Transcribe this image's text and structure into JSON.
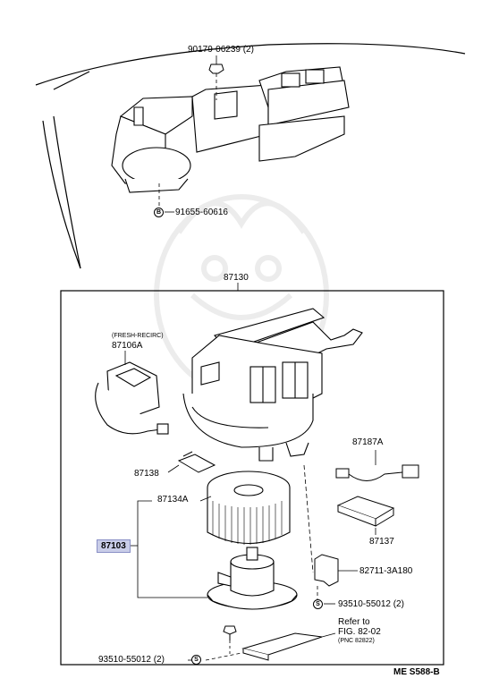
{
  "parts": {
    "p1": "90179-06239 (2)",
    "p2": "91655-60616",
    "p3": "87130",
    "p4_note": "(FRESH-RECIRC)",
    "p4": "87106A",
    "p5": "87187A",
    "p6": "87138",
    "p7": "87134A",
    "p8": "87103",
    "p9": "87137",
    "p10": "82711-3A180",
    "p11": "93510-55012 (2)",
    "p12": "93510-55012 (2)"
  },
  "refer": {
    "line1": "Refer to",
    "line2": "FIG. 82-02",
    "line3": "(PNC 82822)"
  },
  "symbols": {
    "bolt_b": "B",
    "screw_s": "S"
  },
  "footer": {
    "code": "ME S588-B"
  },
  "colors": {
    "highlight": "#c9cde8",
    "line": "#000000",
    "watermark": "#ececec"
  }
}
